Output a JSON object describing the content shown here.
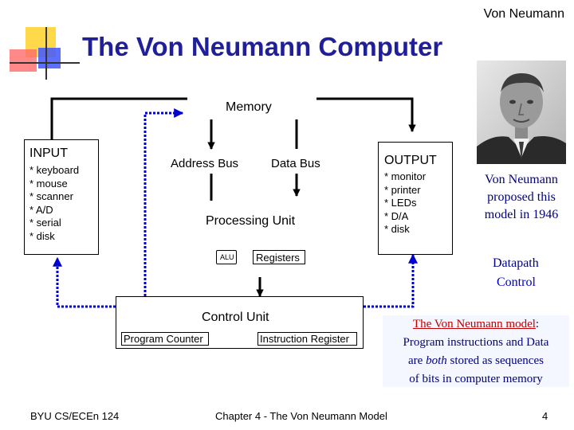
{
  "header": {
    "corner_title": "Von Neumann",
    "slide_title": "The Von Neumann Computer"
  },
  "memory": {
    "label": "Memory"
  },
  "input": {
    "title": "INPUT",
    "items": [
      "* keyboard",
      "* mouse",
      "* scanner",
      "* A/D",
      "* serial",
      "* disk"
    ]
  },
  "output": {
    "title": "OUTPUT",
    "items": [
      "* monitor",
      "* printer",
      "* LEDs",
      "* D/A",
      "* disk"
    ]
  },
  "buses": {
    "address": "Address Bus",
    "data": "Data Bus"
  },
  "processing": {
    "label": "Processing Unit",
    "alu": "ALU",
    "registers": "Registers"
  },
  "control": {
    "label": "Control Unit",
    "program_counter": "Program Counter",
    "instruction_register": "Instruction Register"
  },
  "side_notes": {
    "proposed": "Von Neumann proposed this model in 1946",
    "datapath": "Datapath",
    "control": "Control",
    "model_title": "The Von Neumann model",
    "model_colon": ":",
    "model_line1": "Program instructions and Data",
    "model_line2_pre": "are ",
    "model_line2_em": "both",
    "model_line2_post": " stored as sequences",
    "model_line3": "of bits in computer memory"
  },
  "footer": {
    "left": "BYU CS/ECEn 124",
    "center": "Chapter 4 - The Von Neumann Model",
    "page": "4"
  },
  "colors": {
    "accent_blue": "#0000cc",
    "note_blue": "#000080",
    "model_red": "#c00000",
    "deco_yellow": "#ffd700",
    "deco_red": "#ff4040",
    "deco_blue": "#2a3cff"
  }
}
